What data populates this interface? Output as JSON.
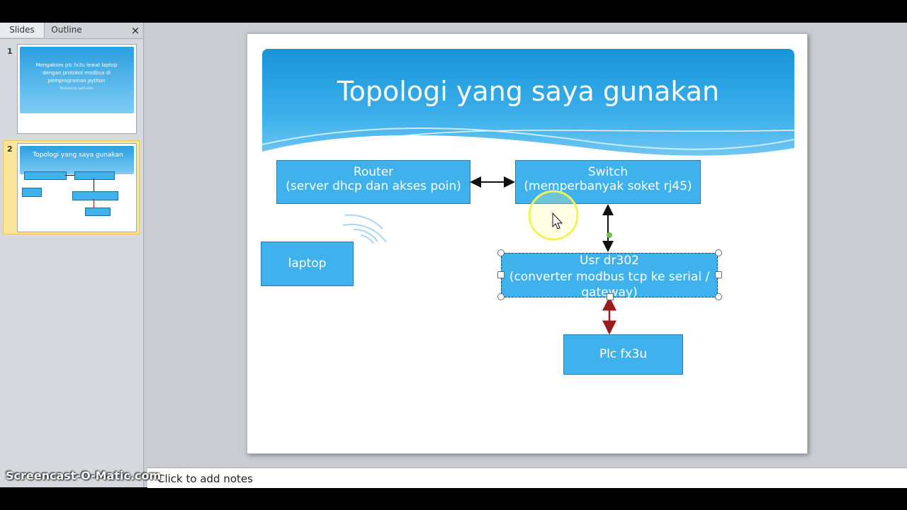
{
  "panel": {
    "tabs": [
      {
        "label": "Slides"
      },
      {
        "label": "Outline"
      }
    ],
    "close_glyph": "×"
  },
  "thumbnails": [
    {
      "number": "1",
      "title": "Mengakses plc fx3u lewat laptop dengan protokol modbus di pemprograman python",
      "subtitle": "Muhammad syafi'uddin"
    },
    {
      "number": "2",
      "title": "Topologi yang saya gunakan",
      "selected": true
    }
  ],
  "slide": {
    "title": "Topologi yang saya gunakan",
    "boxes": {
      "router": {
        "line1": "Router",
        "line2": "(server dhcp dan akses poin)"
      },
      "switch": {
        "line1": "Switch",
        "line2": "(memperbanyak soket rj45)"
      },
      "laptop": {
        "line1": "laptop"
      },
      "usr": {
        "line1": "Usr dr302",
        "line2": "(converter modbus tcp ke serial /",
        "line3": "gateway)"
      },
      "plc": {
        "line1": "Plc fx3u"
      }
    },
    "colors": {
      "box_fill": "#3fb1ec",
      "header_top": "#1794d8",
      "arrow_black": "#111111",
      "arrow_red": "#9b1c1c",
      "wifi": "#a8d8f0",
      "cursor_highlight": "#f3f25a",
      "rotate_handle": "#6cc24a"
    }
  },
  "notes": {
    "placeholder": "Click to add notes"
  },
  "watermark": "Screencast-O-Matic.com",
  "icons": {
    "cursor": "mouse-pointer-icon",
    "wifi": "wifi-waves-icon"
  }
}
